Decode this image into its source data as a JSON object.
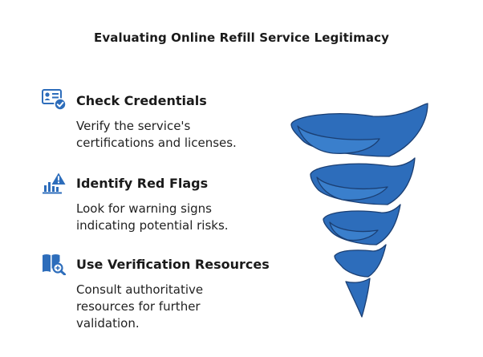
{
  "title": "Evaluating Online Refill Service Legitimacy",
  "colors": {
    "accent": "#2d6dbb",
    "accent_dark": "#1b3f73",
    "text": "#1a1a1a"
  },
  "items": [
    {
      "icon": "credentials-check-icon",
      "title": "Check Credentials",
      "description_lines": [
        "Verify the service's",
        "certifications and licenses."
      ]
    },
    {
      "icon": "warning-flag-icon",
      "title": "Identify Red Flags",
      "description_lines": [
        "Look for warning signs",
        "indicating potential risks."
      ]
    },
    {
      "icon": "book-search-icon",
      "title": "Use Verification Resources",
      "description_lines": [
        "Consult authoritative",
        "resources for further",
        "validation."
      ]
    }
  ]
}
